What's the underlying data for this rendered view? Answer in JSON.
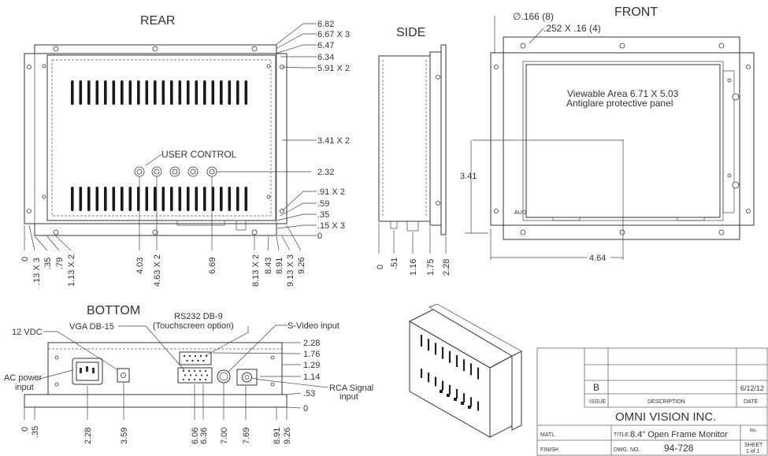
{
  "views": {
    "rear": {
      "title": "REAR",
      "user_control": "USER CONTROL",
      "right_dims": [
        "6.82",
        "6.67 X 3",
        "6.47",
        "6.34",
        "5.91 X 2",
        "3.41 X 2",
        "2.32",
        ".91 X 2",
        ".59",
        ".35",
        ".15 X 3",
        "0"
      ],
      "bottom_dims": [
        "0",
        ".13 X 3",
        ".35",
        ".79",
        "1.13 X 2",
        "4.03",
        "4.63 X 2",
        "6.69",
        "8.13 X 2",
        "8.43",
        "8.91",
        "9.13 X 3",
        "9.26"
      ]
    },
    "side": {
      "title": "SIDE",
      "bottom_dims": [
        "0",
        ".51",
        "1.16",
        "1.75",
        "2.28"
      ]
    },
    "front": {
      "title": "FRONT",
      "hole_dia": "∅.166 (8)",
      "slot_dim": ".252 X .16 (4)",
      "viewable": "Viewable Area 6.71 X 5.03",
      "panel": "Antiglare protective panel",
      "dim_vertical": "3.41",
      "dim_horizontal": "4.64",
      "panel_mark": "AUO"
    },
    "bottom": {
      "title": "BOTTOM",
      "labels": {
        "vdc": "12 VDC",
        "vga": "VGA DB-15",
        "rs232": "RS232 DB-9",
        "touch": "(Touchscreen option)",
        "svideo": "S-Video input",
        "ac_power": "AC power",
        "ac_input": "input",
        "rca_signal": "RCA Signal",
        "rca_input": "input"
      },
      "right_dims": [
        "2.28",
        "1.76",
        "1.29",
        "1.14",
        ".53",
        "0"
      ],
      "bottom_dims": [
        "0",
        ".35",
        "2.28",
        "3.59",
        "6.06",
        "6.36",
        "7.00",
        "7.69",
        "8.91",
        "9.26"
      ]
    }
  },
  "title_block": {
    "revision": "B",
    "issue_header": "ISSUE",
    "description_header": "DESCRIPTION",
    "date": "6/12/12",
    "date_header": "DATE",
    "company": "OMNI VISION INC.",
    "matl": "MATL.",
    "finish": "FINISH",
    "title_prefix": "TITLE:",
    "title": "8.4\" Open Frame Monitor",
    "dwg_prefix": "DWG. NO.",
    "dwg_no": "94-728",
    "lbs": "lbs.",
    "sheet": "SHEET",
    "sheet_of": "1 of 1"
  }
}
